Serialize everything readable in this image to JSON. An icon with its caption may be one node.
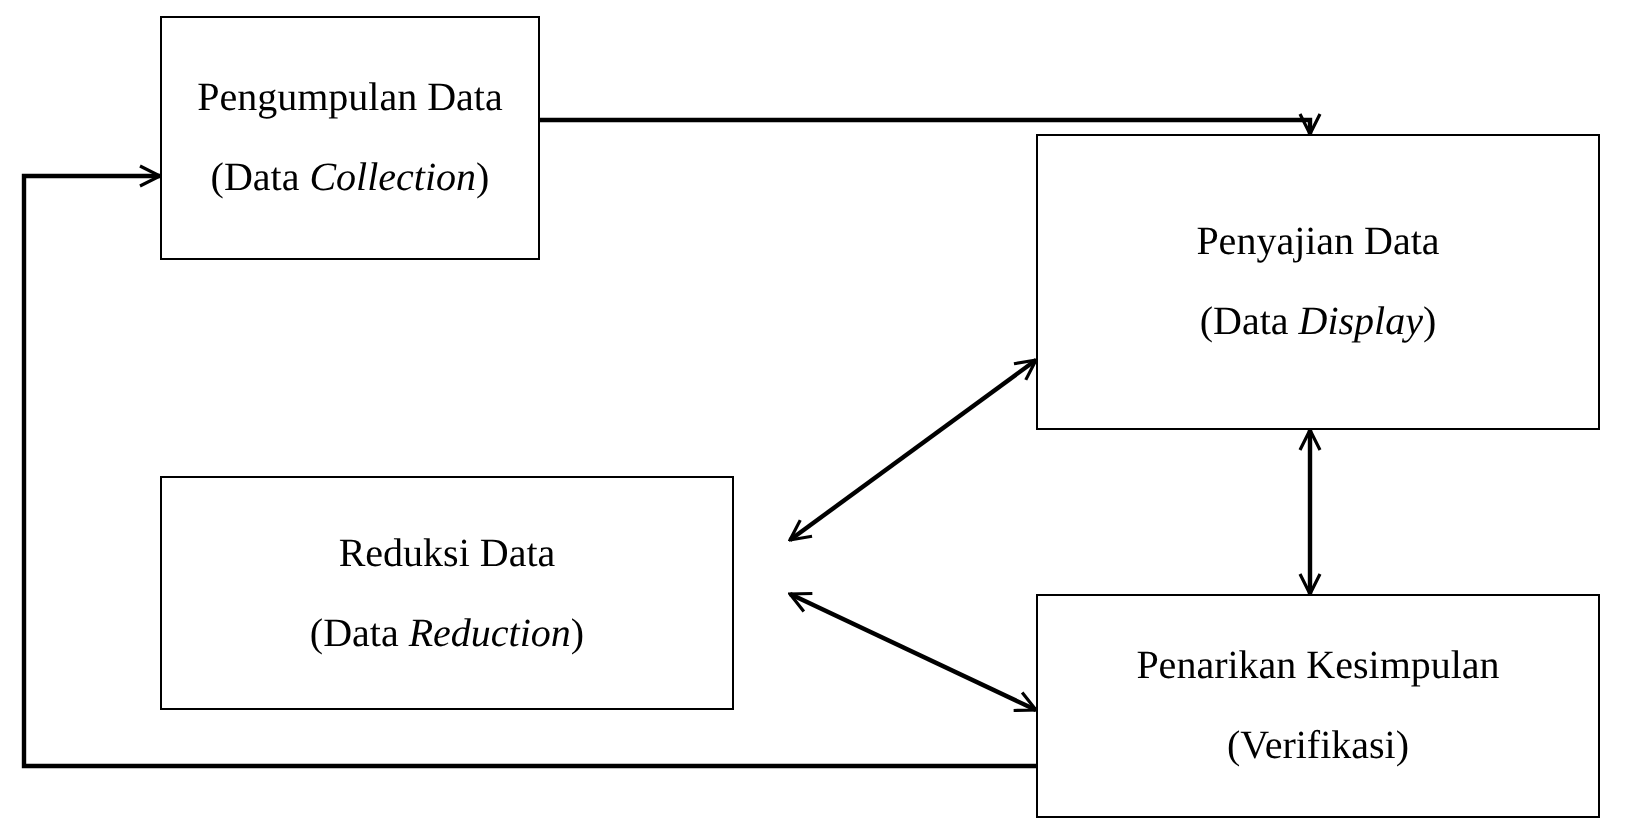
{
  "diagram": {
    "nodes": [
      {
        "text": [
          "Pengumpulan Data",
          "(Data *Collection*)"
        ]
      },
      {
        "text": [
          "Penyajian Data",
          "(Data *Display*)"
        ]
      },
      {
        "text": [
          "Reduksi Data",
          "(Data *Reduction*)"
        ]
      },
      {
        "text": [
          "Penarikan Kesimpulan",
          "(Verifikasi)"
        ]
      }
    ],
    "edges": [
      {
        "from": 0,
        "to": 1,
        "arrow": "to"
      },
      {
        "from": 2,
        "to": 1,
        "arrow": "both"
      },
      {
        "from": 1,
        "to": 3,
        "arrow": "both"
      },
      {
        "from": 2,
        "to": 3,
        "arrow": "both"
      },
      {
        "from": 3,
        "to": 0,
        "arrow": "to"
      }
    ]
  }
}
